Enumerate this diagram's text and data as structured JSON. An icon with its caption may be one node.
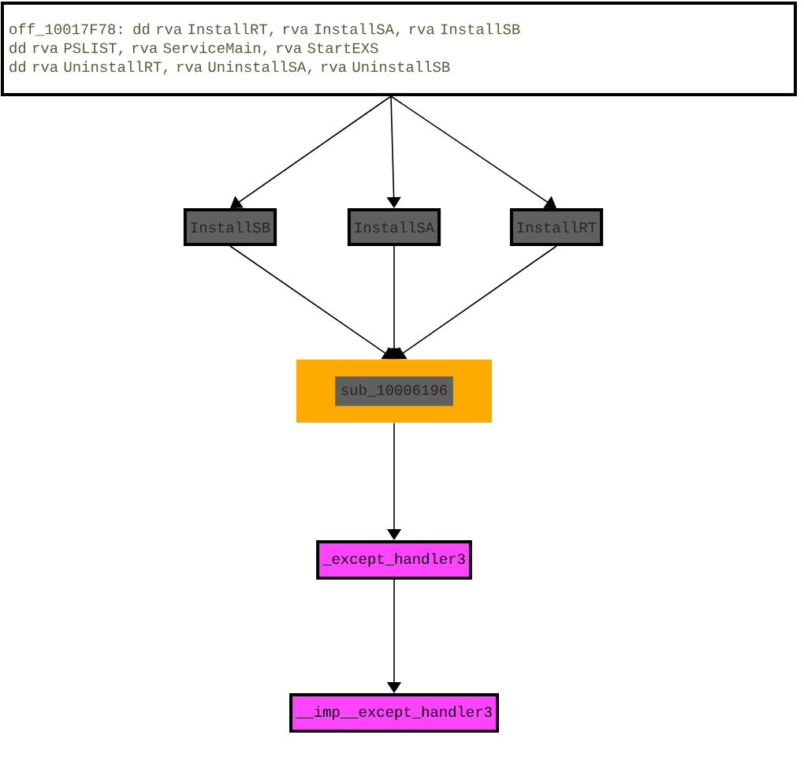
{
  "diagram": {
    "nodes": [
      {
        "text": [
          "off_10017F78: dd rva InstallRT, rva InstallSA, rva InstallSB",
          "dd rva PSLIST, rva ServiceMain, rva StartEXS",
          "dd rva UninstallRT, rva UninstallSA, rva UninstallSB"
        ]
      },
      {
        "text": [
          "InstallSB"
        ]
      },
      {
        "text": [
          "InstallSA"
        ]
      },
      {
        "text": [
          "InstallRT"
        ]
      },
      {
        "text": [
          "sub_10006196"
        ]
      },
      {
        "text": [
          "_except_handler3"
        ]
      },
      {
        "text": [
          "__imp__except_handler3"
        ]
      }
    ],
    "edges": [
      {
        "from": 0,
        "to": 1,
        "arrow": "to"
      },
      {
        "from": 0,
        "to": 2,
        "arrow": "to"
      },
      {
        "from": 0,
        "to": 3,
        "arrow": "to"
      },
      {
        "from": 1,
        "to": 4,
        "arrow": "to"
      },
      {
        "from": 2,
        "to": 4,
        "arrow": "to"
      },
      {
        "from": 3,
        "to": 4,
        "arrow": "to"
      },
      {
        "from": 4,
        "to": 5,
        "arrow": "to"
      },
      {
        "from": 5,
        "to": 6,
        "arrow": "to"
      }
    ]
  }
}
